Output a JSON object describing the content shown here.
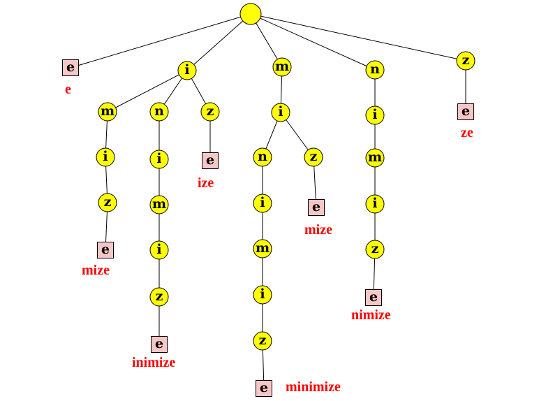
{
  "diagram": {
    "colors": {
      "internal_node": "#ffff00",
      "leaf_node": "#f7c7c7",
      "suffix_label": "#ff0000",
      "edge": "#000000"
    },
    "nodes": [
      {
        "id": "root",
        "label": "",
        "type": "circle"
      },
      {
        "id": "e0",
        "label": "e",
        "type": "box",
        "suffix": "e"
      },
      {
        "id": "i1",
        "label": "i",
        "type": "circle"
      },
      {
        "id": "m1",
        "label": "m",
        "type": "circle"
      },
      {
        "id": "n1",
        "label": "n",
        "type": "circle"
      },
      {
        "id": "z1",
        "label": "z",
        "type": "circle"
      },
      {
        "id": "i1m",
        "label": "m",
        "type": "circle"
      },
      {
        "id": "i1mi",
        "label": "i",
        "type": "circle"
      },
      {
        "id": "i1miz",
        "label": "z",
        "type": "circle"
      },
      {
        "id": "i1mize",
        "label": "e",
        "type": "box",
        "suffix": "mize"
      },
      {
        "id": "i1n",
        "label": "n",
        "type": "circle"
      },
      {
        "id": "i1ni",
        "label": "i",
        "type": "circle"
      },
      {
        "id": "i1nim",
        "label": "m",
        "type": "circle"
      },
      {
        "id": "i1nimi",
        "label": "i",
        "type": "circle"
      },
      {
        "id": "i1nimiz",
        "label": "z",
        "type": "circle"
      },
      {
        "id": "i1nimize",
        "label": "e",
        "type": "box",
        "suffix": "inimize"
      },
      {
        "id": "i1z",
        "label": "z",
        "type": "circle"
      },
      {
        "id": "i1ze",
        "label": "e",
        "type": "box",
        "suffix": "ize"
      },
      {
        "id": "m1i",
        "label": "i",
        "type": "circle"
      },
      {
        "id": "m1in",
        "label": "n",
        "type": "circle"
      },
      {
        "id": "m1ini",
        "label": "i",
        "type": "circle"
      },
      {
        "id": "m1inim",
        "label": "m",
        "type": "circle"
      },
      {
        "id": "m1inimi",
        "label": "i",
        "type": "circle"
      },
      {
        "id": "m1inimiz",
        "label": "z",
        "type": "circle"
      },
      {
        "id": "m1inimize",
        "label": "e",
        "type": "box",
        "suffix": "minimize"
      },
      {
        "id": "m1iz",
        "label": "z",
        "type": "circle"
      },
      {
        "id": "m1ize",
        "label": "e",
        "type": "box",
        "suffix": "mize"
      },
      {
        "id": "n1i",
        "label": "i",
        "type": "circle"
      },
      {
        "id": "n1im",
        "label": "m",
        "type": "circle"
      },
      {
        "id": "n1imi",
        "label": "i",
        "type": "circle"
      },
      {
        "id": "n1imiz",
        "label": "z",
        "type": "circle"
      },
      {
        "id": "n1imize",
        "label": "e",
        "type": "box",
        "suffix": "nimize"
      },
      {
        "id": "z1e",
        "label": "e",
        "type": "box",
        "suffix": "ze"
      }
    ],
    "edges": [
      [
        "root",
        "e0"
      ],
      [
        "root",
        "i1"
      ],
      [
        "root",
        "m1"
      ],
      [
        "root",
        "n1"
      ],
      [
        "root",
        "z1"
      ],
      [
        "i1",
        "i1m"
      ],
      [
        "i1",
        "i1n"
      ],
      [
        "i1",
        "i1z"
      ],
      [
        "i1m",
        "i1mi"
      ],
      [
        "i1mi",
        "i1miz"
      ],
      [
        "i1miz",
        "i1mize"
      ],
      [
        "i1n",
        "i1ni"
      ],
      [
        "i1ni",
        "i1nim"
      ],
      [
        "i1nim",
        "i1nimi"
      ],
      [
        "i1nimi",
        "i1nimiz"
      ],
      [
        "i1nimiz",
        "i1nimize"
      ],
      [
        "i1z",
        "i1ze"
      ],
      [
        "m1",
        "m1i"
      ],
      [
        "m1i",
        "m1in"
      ],
      [
        "m1i",
        "m1iz"
      ],
      [
        "m1in",
        "m1ini"
      ],
      [
        "m1ini",
        "m1inim"
      ],
      [
        "m1inim",
        "m1inimi"
      ],
      [
        "m1inimi",
        "m1inimiz"
      ],
      [
        "m1inimiz",
        "m1inimize"
      ],
      [
        "m1iz",
        "m1ize"
      ],
      [
        "n1",
        "n1i"
      ],
      [
        "n1i",
        "n1im"
      ],
      [
        "n1im",
        "n1imi"
      ],
      [
        "n1imi",
        "n1imiz"
      ],
      [
        "n1imiz",
        "n1imize"
      ],
      [
        "z1",
        "z1e"
      ]
    ]
  }
}
